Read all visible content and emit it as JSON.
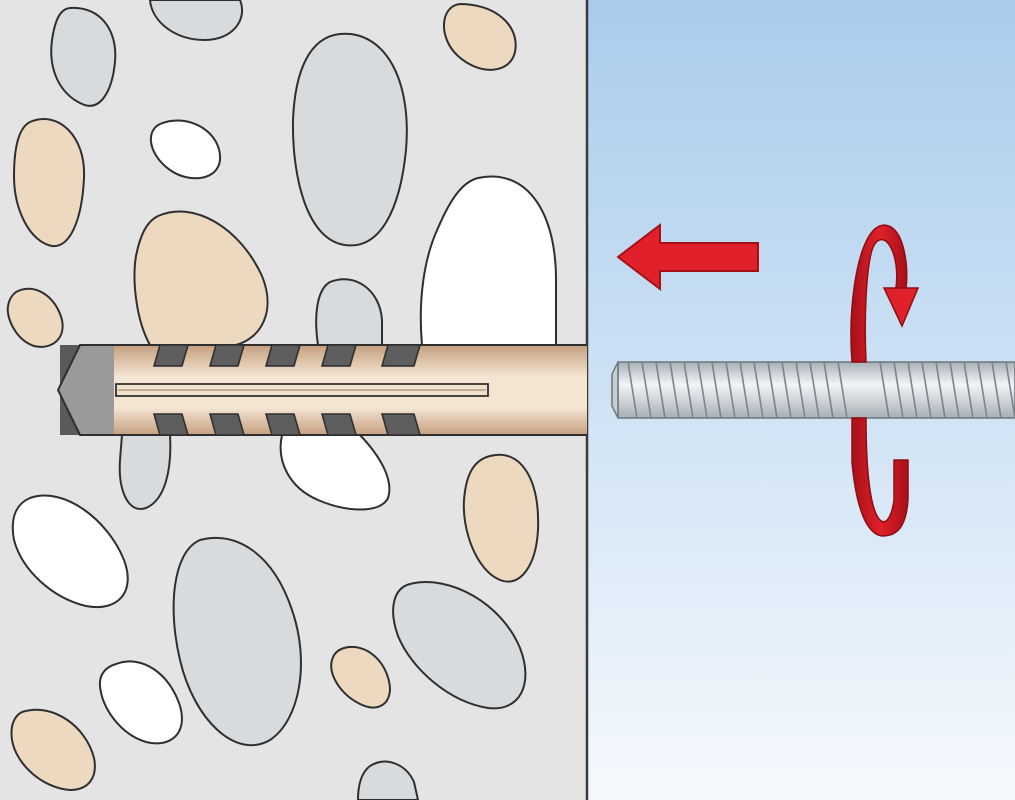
{
  "figure": {
    "kind": "anchor-installation-illustration",
    "step": "insert-screw-and-tighten",
    "panels": [
      "concrete-wall-section",
      "free-air"
    ],
    "parts": [
      "wall-plug",
      "threaded-screw",
      "insert-direction-arrow",
      "rotation-arrow"
    ],
    "text": []
  },
  "colors": {
    "concrete": "#e4e4e4",
    "air_top": "#a9ccec",
    "air_bottom": "#f5f9fd",
    "pebble_beige": "#ecd9bf",
    "pebble_gray": "#d7dbde",
    "pebble_white": "#ffffff",
    "outline": "#2f2f2f",
    "plug_light": "#f4e4d2",
    "plug_dark": "#c49f7e",
    "tip_gray": "#9a9a9a",
    "screw_light": "#f2f5f7",
    "screw_dark": "#a7b0b6",
    "arrow_red": "#e0202a",
    "arrow_dark": "#a81018"
  },
  "icons": {
    "insert_arrow": "left-arrow-icon",
    "rotation_arrow": "clockwise-rotation-icon"
  }
}
